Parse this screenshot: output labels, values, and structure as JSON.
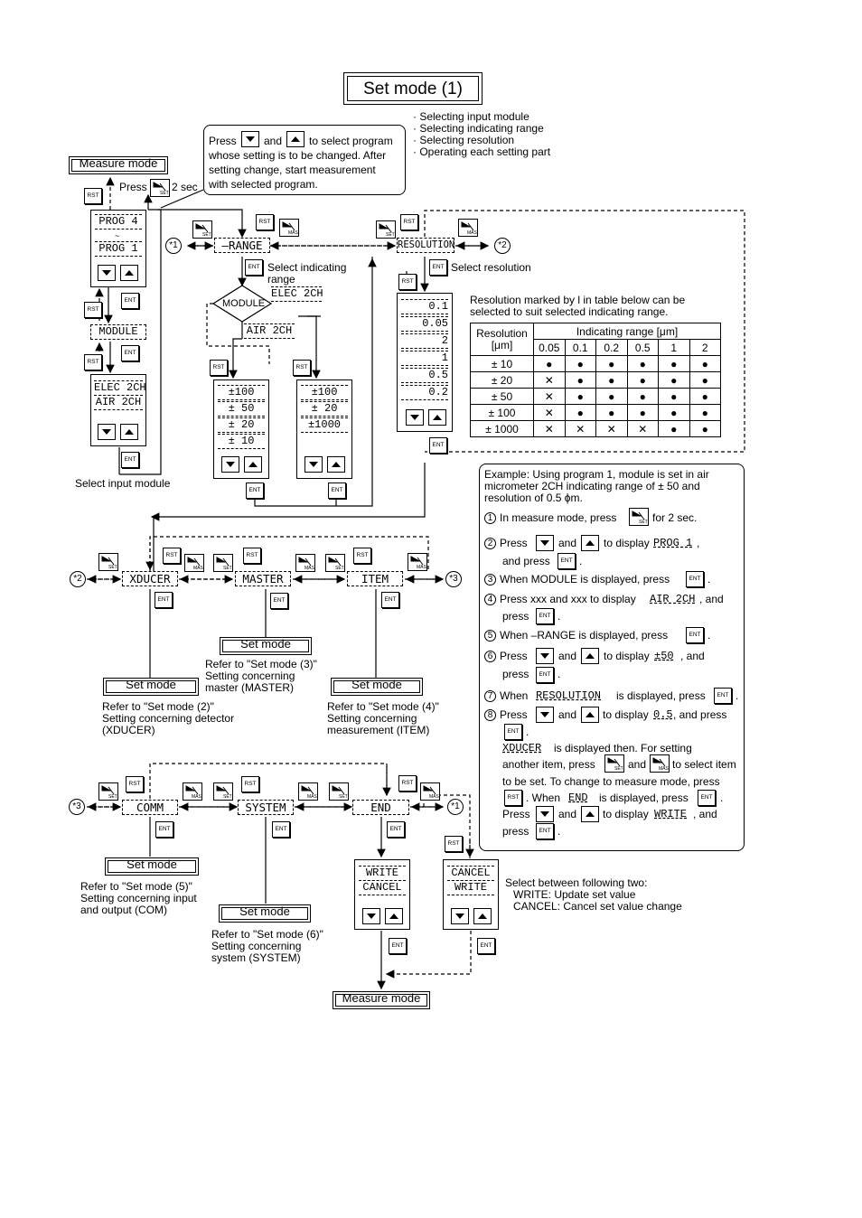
{
  "title": "Set mode (1)",
  "overview": [
    "· Selecting input module",
    "· Selecting indicating range",
    "· Selecting resolution",
    "· Operating each setting part"
  ],
  "callout": [
    "Press",
    "and",
    "to select program",
    "whose setting is to be changed.  After",
    "setting change, start measurement",
    "with selected program."
  ],
  "measure_mode": "Measure mode",
  "press_set_2sec": [
    "Press",
    "2 sec"
  ],
  "keys": {
    "rst": "RST",
    "ent": "ENT",
    "set": "SET",
    "mas": "MAS"
  },
  "displays": {
    "prog4": "PROG 4",
    "tilde": "~",
    "prog1": "PROG 1",
    "module": "MODULE",
    "elec2ch": "ELEC 2CH",
    "air2ch": "AIR  2CH",
    "range": "–RANGE",
    "resolution": "RESOLUTION",
    "xducer": "XDUCER",
    "master": "MASTER",
    "item": "ITEM",
    "comm": "COMM",
    "system": "SYSTEM",
    "end": "END",
    "write": "WRITE",
    "cancel": "CANCEL"
  },
  "range_elec": [
    "±100",
    "±  50",
    "±  20",
    "±  10"
  ],
  "range_air": [
    "±100",
    "±  20",
    "±1000"
  ],
  "resolution_values": [
    "0.1",
    "0.05",
    "2",
    "1",
    "0.5",
    "0.2"
  ],
  "labels": {
    "select_input_module": "Select input module",
    "select_indicating_range": [
      "Select indicating",
      "range"
    ],
    "select_resolution": "Select resolution",
    "res_note": [
      "Resolution marked by l in table below can be",
      "selected to suit selected indicating range."
    ],
    "set_mode": "Set mode",
    "ref2": [
      "Refer to \"Set mode (2)\"",
      "Setting concerning detector",
      "(XDUCER)"
    ],
    "ref3": [
      "Refer to \"Set mode (3)\"",
      "Setting concerning",
      "master (MASTER)"
    ],
    "ref4": [
      "Refer to \"Set mode (4)\"",
      "Setting concerning",
      "measurement (ITEM)"
    ],
    "ref5": [
      "Refer to \"Set mode (5)\"",
      "Setting concerning input",
      "and output (COM)"
    ],
    "ref6": [
      "Refer to \"Set mode (6)\"",
      "Setting concerning",
      "system (SYSTEM)"
    ],
    "select_two": [
      "Select between following two:",
      "WRITE: Update set value",
      "CANCEL: Cancel set value change"
    ],
    "star1": "*1",
    "star2": "*2",
    "star3": "*3"
  },
  "table": {
    "resolution_header": [
      "Resolution",
      "[μm]"
    ],
    "range_header": "Indicating range [μm]",
    "columns": [
      "0.05",
      "0.1",
      "0.2",
      "0.5",
      "1",
      "2"
    ],
    "rows": [
      {
        "range": "± 10",
        "cells": [
          "●",
          "●",
          "●",
          "●",
          "●",
          "●"
        ]
      },
      {
        "range": "± 20",
        "cells": [
          "✕",
          "●",
          "●",
          "●",
          "●",
          "●"
        ]
      },
      {
        "range": "± 50",
        "cells": [
          "✕",
          "●",
          "●",
          "●",
          "●",
          "●"
        ]
      },
      {
        "range": "± 100",
        "cells": [
          "✕",
          "●",
          "●",
          "●",
          "●",
          "●"
        ]
      },
      {
        "range": "± 1000",
        "cells": [
          "✕",
          "✕",
          "✕",
          "✕",
          "●",
          "●"
        ]
      }
    ]
  },
  "example": {
    "intro": [
      "Example: Using program 1, module is set in air",
      "micrometer 2CH indicating range of ± 50 and",
      "resolution of 0.5 ϕm."
    ],
    "s1": [
      "1",
      "In measure mode, press",
      "for 2 sec."
    ],
    "s2": [
      "2",
      "Press",
      "and",
      "to display",
      "PROG 1",
      ",",
      "and press",
      "."
    ],
    "s3": [
      "3",
      "When MODULE is displayed, press",
      "."
    ],
    "s4": [
      "4",
      "Press xxx and xxx to display",
      "AIR 2CH",
      ", and",
      "press",
      "."
    ],
    "s5": [
      "5",
      "When –RANGE is displayed, press",
      "."
    ],
    "s6": [
      "6",
      "Press",
      "and",
      "to display",
      "±50",
      ", and",
      "press",
      "."
    ],
    "s7": [
      "7",
      "When",
      "RESOLUTION",
      "is displayed, press",
      "."
    ],
    "s8": [
      "8",
      "Press",
      "and",
      "to display",
      "0.5",
      ", and press",
      "."
    ],
    "s8b": [
      "XDUCER",
      "is displayed then.  For setting",
      "another item, press",
      "and",
      "to select item",
      "to be set.  To change to measure mode, press",
      ".  When",
      "END",
      "is displayed, press",
      ".",
      "Press",
      "and",
      "to display",
      "WRITE",
      ", and",
      "press",
      "."
    ]
  }
}
